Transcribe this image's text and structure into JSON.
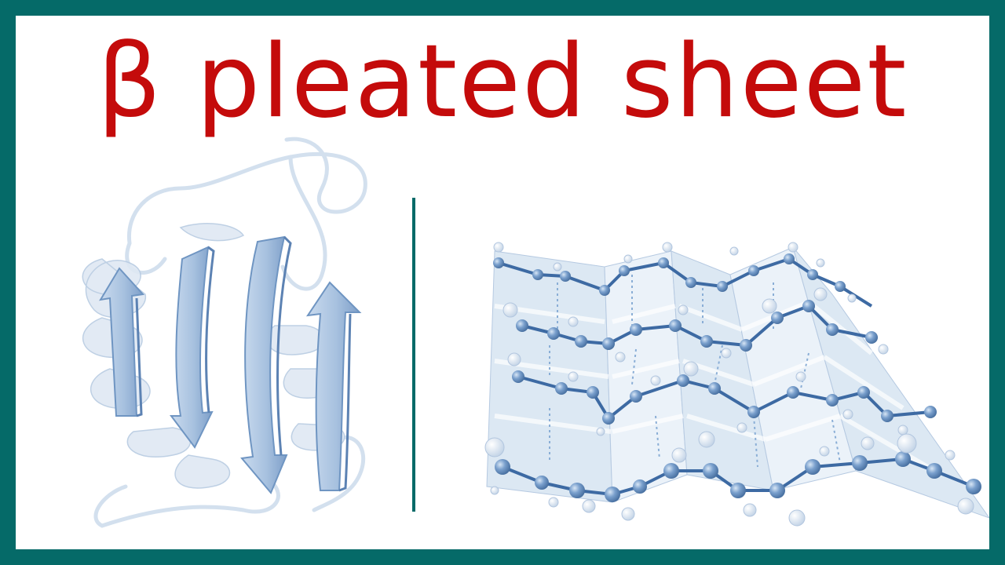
{
  "title": "β pleated sheet",
  "colors": {
    "border": "#056a68",
    "title": "#c40b0b",
    "strand": "#a9c3e0",
    "strand_edge": "#6f95c2",
    "atom": "#6d96c6",
    "sheet": "#c7d9ee"
  },
  "figures": {
    "left": "ribbon-diagram",
    "right": "pleated-sheet-ball-and-stick"
  }
}
